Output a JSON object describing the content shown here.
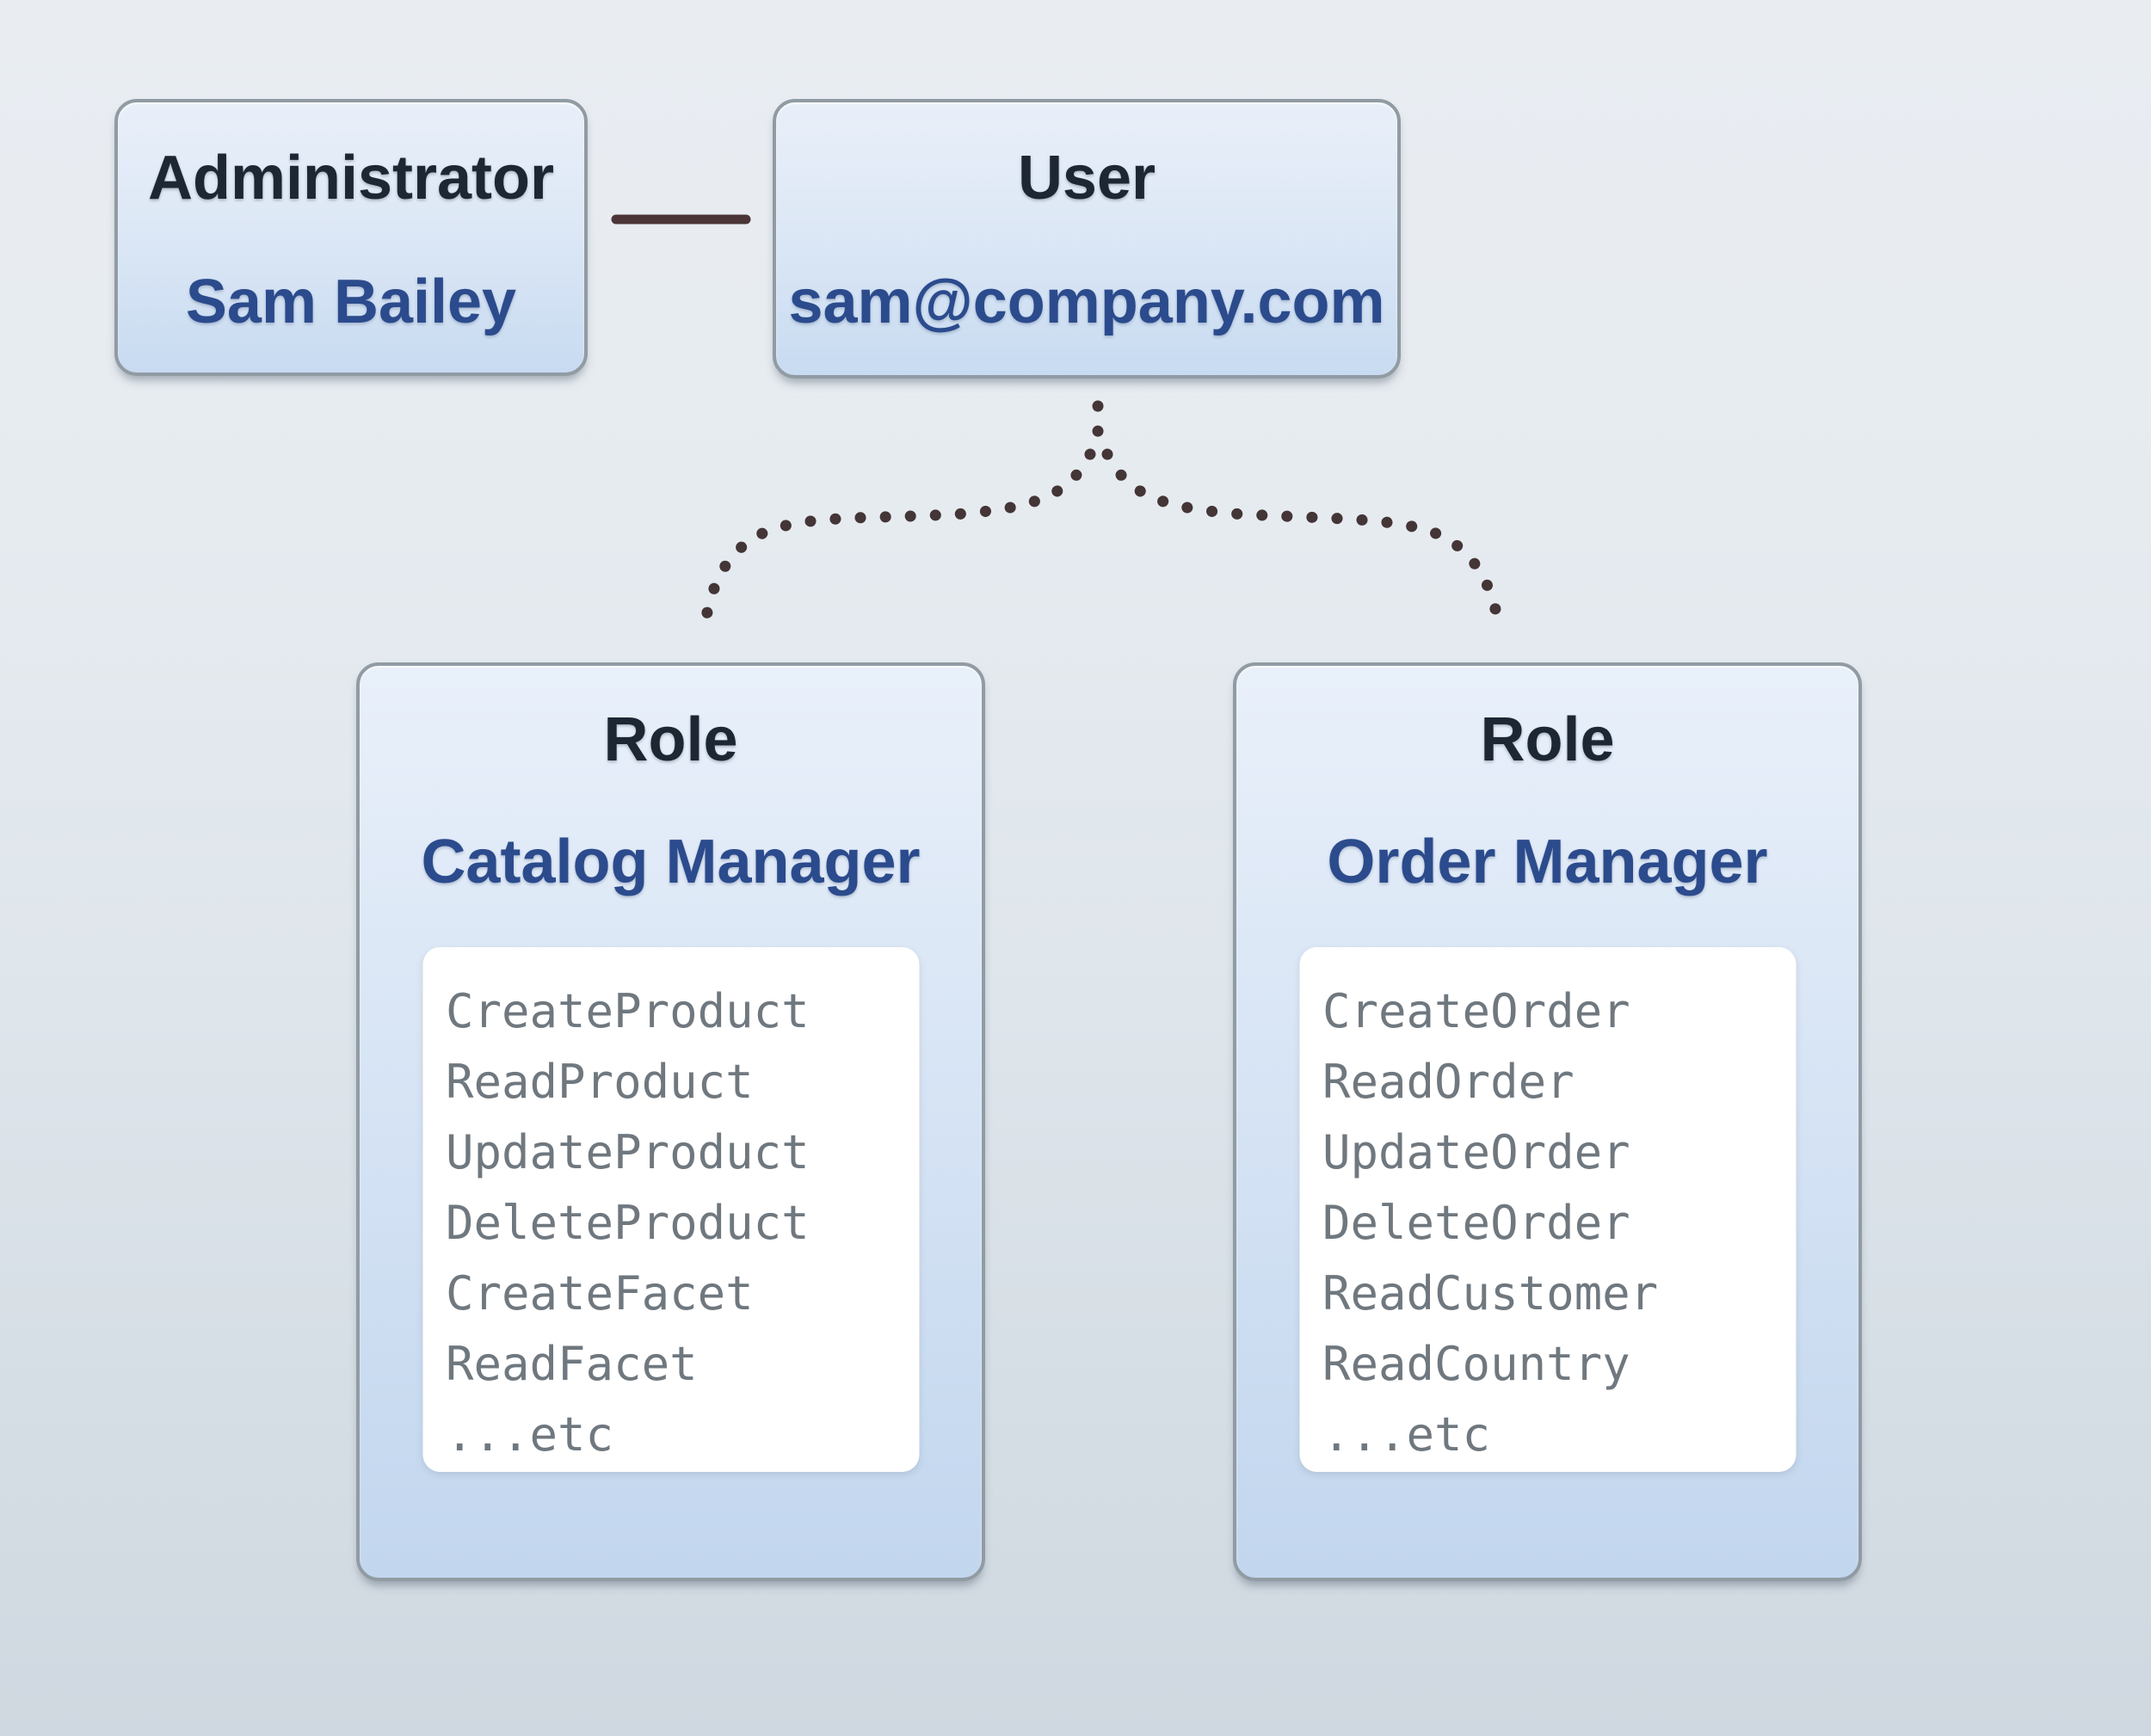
{
  "diagram": {
    "administrator": {
      "title": "Administrator",
      "name": "Sam Bailey"
    },
    "user": {
      "title": "User",
      "email": "sam@company.com"
    },
    "roles": [
      {
        "title": "Role",
        "name": "Catalog Manager",
        "permissions": [
          "CreateProduct",
          "ReadProduct",
          "UpdateProduct",
          "DeleteProduct",
          "CreateFacet",
          "ReadFacet",
          "...etc"
        ]
      },
      {
        "title": "Role",
        "name": "Order Manager",
        "permissions": [
          "CreateOrder",
          "ReadOrder",
          "UpdateOrder",
          "DeleteOrder",
          "ReadCustomer",
          "ReadCountry",
          "...etc"
        ]
      }
    ]
  },
  "colors": {
    "background_top": "#e9edf2",
    "background_bottom": "#cfd8e0",
    "box_fill_top": "#e9eff9",
    "box_fill_bottom": "#c8dbf1",
    "box_border": "#919ba3",
    "card_fill": "#ffffff",
    "title_text": "#1c2733",
    "value_text": "#2b4b8d",
    "permission_text": "#70787f",
    "connector_solid": "#4b3537",
    "connector_dots": "#443536"
  }
}
